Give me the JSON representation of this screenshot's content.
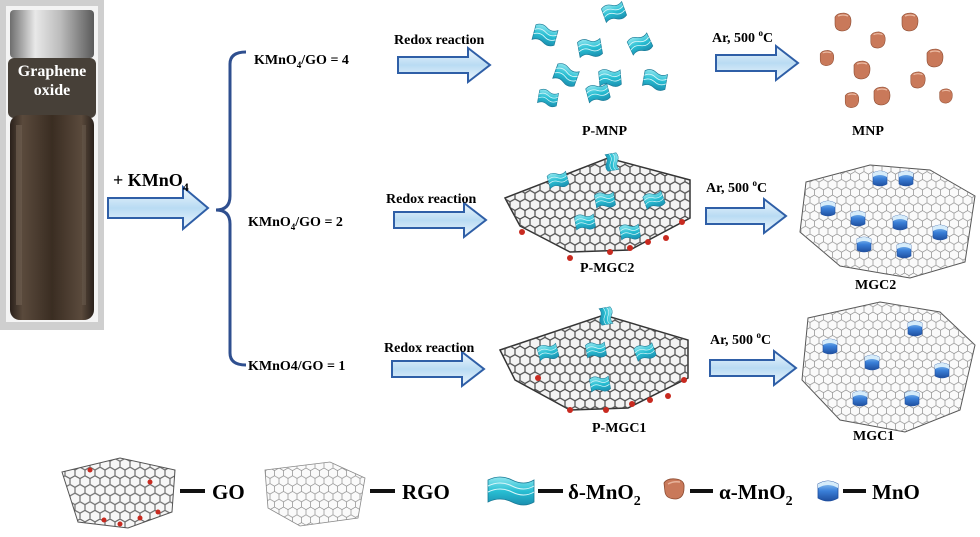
{
  "vial": {
    "line1": "Graphene",
    "line2": "oxide"
  },
  "reagent": {
    "prefix": "+ KMnO",
    "sub": "4"
  },
  "rows": [
    {
      "ratio_pre": "KMnO",
      "ratio_sub": "4",
      "ratio_post": "/GO = 4",
      "step1": "Redox reaction",
      "intermediate": "P-MNP",
      "step2_pre": "Ar, 500 ",
      "step2_sup": "o",
      "step2_post": "C",
      "product": "MNP"
    },
    {
      "ratio_pre": "KMnO",
      "ratio_sub": "4",
      "ratio_post": "/GO = 2",
      "step1": "Redox reaction",
      "intermediate": "P-MGC2",
      "step2_pre": "Ar, 500 ",
      "step2_sup": "o",
      "step2_post": "C",
      "product": "MGC2"
    },
    {
      "ratio_pre": "KMnO4/GO = 1",
      "ratio_sub": "",
      "ratio_post": "",
      "step1": "Redox reaction",
      "intermediate": "P-MGC1",
      "step2_pre": "Ar, 500 ",
      "step2_sup": "o",
      "step2_post": "C",
      "product": "MGC1"
    }
  ],
  "legend": {
    "go": "GO",
    "rgo": "RGO",
    "delta_pre": "δ-MnO",
    "delta_sub": "2",
    "alpha_pre": "α-MnO",
    "alpha_sub": "2",
    "mno": "MnO"
  },
  "colors": {
    "arrow_fill": "#d6ecfa",
    "arrow_edge": "#2f5fa7",
    "brace": "#2f4f8f",
    "delta_mno2": "#39c6d8",
    "alpha_mno2": "#c9795a",
    "mno": "#3a7fd8",
    "carbon": "#555555",
    "oxygen": "#c82a20"
  }
}
